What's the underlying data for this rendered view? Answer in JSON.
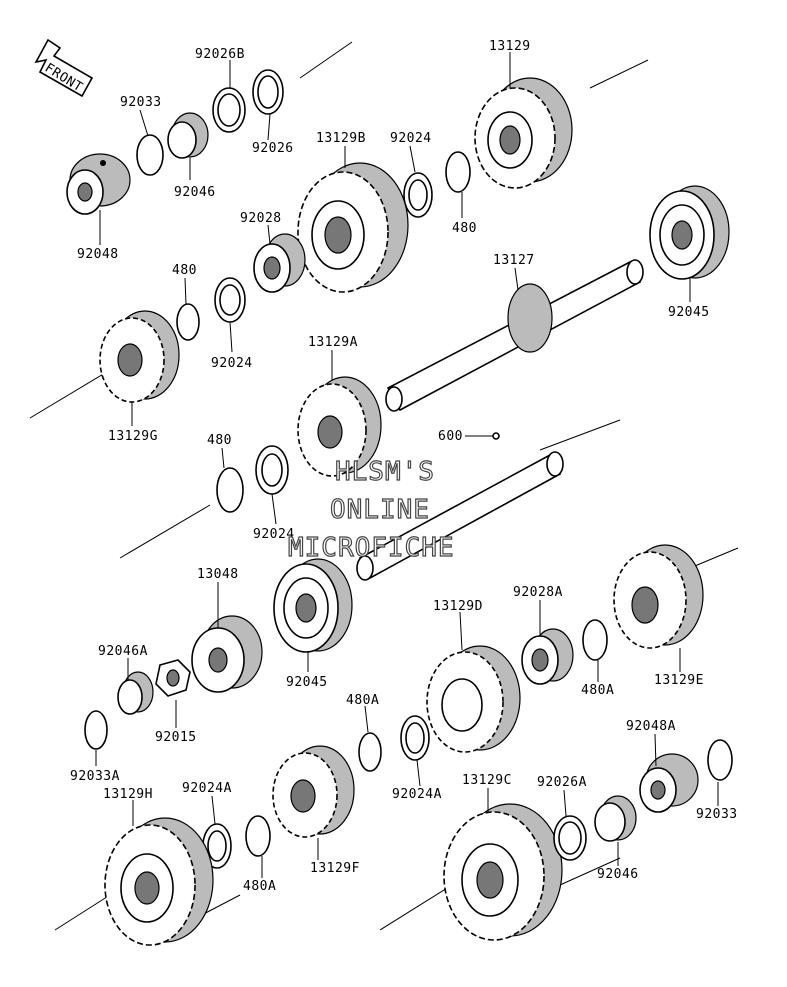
{
  "front_label": "FRONT",
  "labels": [
    {
      "id": "92026B",
      "text": "92026B"
    },
    {
      "id": "92033-top",
      "text": "92033"
    },
    {
      "id": "92026-top",
      "text": "92026"
    },
    {
      "id": "92046-top",
      "text": "92046"
    },
    {
      "id": "92048-top",
      "text": "92048"
    },
    {
      "id": "13129",
      "text": "13129"
    },
    {
      "id": "13129B",
      "text": "13129B"
    },
    {
      "id": "92024-top",
      "text": "92024"
    },
    {
      "id": "480-top",
      "text": "480"
    },
    {
      "id": "92028",
      "text": "92028"
    },
    {
      "id": "480-left",
      "text": "480"
    },
    {
      "id": "92024-left",
      "text": "92024"
    },
    {
      "id": "13127",
      "text": "13127"
    },
    {
      "id": "92045-right",
      "text": "92045"
    },
    {
      "id": "13129G",
      "text": "13129G"
    },
    {
      "id": "13129A",
      "text": "13129A"
    },
    {
      "id": "480-mid",
      "text": "480"
    },
    {
      "id": "92024-mid",
      "text": "92024"
    },
    {
      "id": "600",
      "text": "600"
    },
    {
      "id": "13048",
      "text": "13048"
    },
    {
      "id": "92045-mid",
      "text": "92045"
    },
    {
      "id": "92046A",
      "text": "92046A"
    },
    {
      "id": "92015",
      "text": "92015"
    },
    {
      "id": "92033A",
      "text": "92033A"
    },
    {
      "id": "13129D",
      "text": "13129D"
    },
    {
      "id": "92028A",
      "text": "92028A"
    },
    {
      "id": "480A-right",
      "text": "480A"
    },
    {
      "id": "13129E",
      "text": "13129E"
    },
    {
      "id": "480A-mid",
      "text": "480A"
    },
    {
      "id": "92024A-mid",
      "text": "92024A"
    },
    {
      "id": "92048A",
      "text": "92048A"
    },
    {
      "id": "13129H",
      "text": "13129H"
    },
    {
      "id": "92024A-bot",
      "text": "92024A"
    },
    {
      "id": "480A-bot",
      "text": "480A"
    },
    {
      "id": "13129F",
      "text": "13129F"
    },
    {
      "id": "13129C",
      "text": "13129C"
    },
    {
      "id": "92026A",
      "text": "92026A"
    },
    {
      "id": "92046-bot",
      "text": "92046"
    },
    {
      "id": "92033-bot",
      "text": "92033"
    }
  ],
  "watermark": [
    "HLSM'S",
    "ONLINE",
    "MICROFICHE"
  ]
}
